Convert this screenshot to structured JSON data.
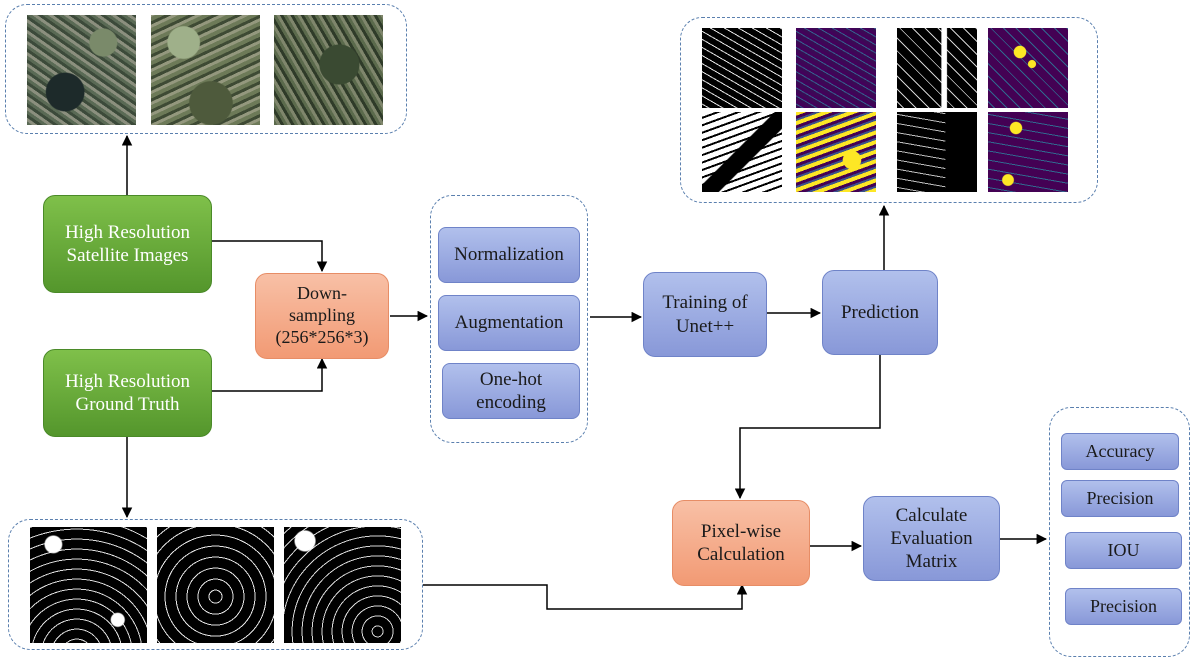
{
  "nodes": {
    "hr_satellite": "High Resolution\nSatellite Images",
    "hr_ground_truth": "High Resolution\nGround Truth",
    "downsampling": "Down-\nsampling\n(256*256*3)",
    "normalization": "Normalization",
    "augmentation": "Augmentation",
    "onehot": "One-hot\nencoding",
    "training": "Training of\nUnet++",
    "prediction": "Prediction",
    "pixelwise": "Pixel-wise\nCalculation",
    "evaluation": "Calculate\nEvaluation\nMatrix",
    "accuracy": "Accuracy",
    "precision1": "Precision",
    "iou": "IOU",
    "precision2": "Precision"
  },
  "colors": {
    "green": "#5fa83a",
    "orange": "#f4a582",
    "blue": "#98a6e0",
    "dashed_border": "#5a7fae",
    "arrow": "#000000",
    "viridis_yellow": "#fde725",
    "viridis_purple": "#440154"
  },
  "image_groups": {
    "satellite_images": [
      "satellite-tile",
      "satellite-tile",
      "satellite-tile"
    ],
    "ground_truth_masks": [
      "binary-mask",
      "binary-mask",
      "binary-mask"
    ],
    "prediction_results": [
      "binary-mask",
      "viridis-mask",
      "binary-mask",
      "viridis-mask",
      "binary-mask",
      "viridis-mask",
      "binary-mask",
      "viridis-mask"
    ]
  }
}
